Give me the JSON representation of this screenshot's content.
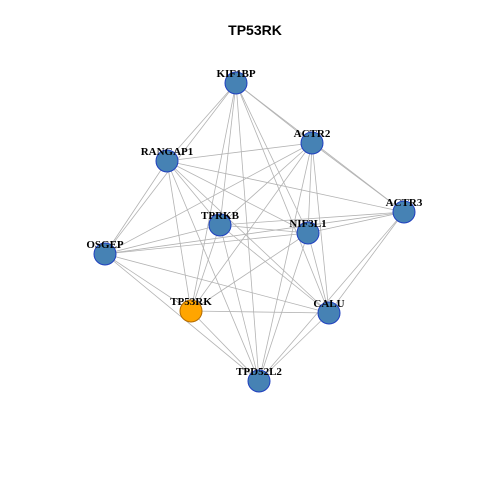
{
  "title": "TP53RK",
  "colors": {
    "node_fill": "#4682B4",
    "node_stroke": "#1f3fbf",
    "highlight_fill": "#FFA500",
    "highlight_stroke": "#b36b00",
    "edge": "#b3b3b3"
  },
  "nodes": [
    {
      "id": "KIF1BP",
      "label": "KIF1BP",
      "highlight": false
    },
    {
      "id": "ACTR2",
      "label": "ACTR2",
      "highlight": false
    },
    {
      "id": "RANGAP1",
      "label": "RANGAP1",
      "highlight": false
    },
    {
      "id": "ACTR3",
      "label": "ACTR3",
      "highlight": false
    },
    {
      "id": "TPRKB",
      "label": "TPRKB",
      "highlight": false
    },
    {
      "id": "NIF3L1",
      "label": "NIF3L1",
      "highlight": false
    },
    {
      "id": "OSGEP",
      "label": "OSGEP",
      "highlight": false
    },
    {
      "id": "TP53RK",
      "label": "TP53RK",
      "highlight": true
    },
    {
      "id": "CALU",
      "label": "CALU",
      "highlight": false
    },
    {
      "id": "TPD52L2",
      "label": "TPD52L2",
      "highlight": false
    }
  ],
  "edges": [
    [
      "KIF1BP",
      "ACTR2"
    ],
    [
      "KIF1BP",
      "RANGAP1"
    ],
    [
      "KIF1BP",
      "ACTR3"
    ],
    [
      "KIF1BP",
      "TPRKB"
    ],
    [
      "KIF1BP",
      "NIF3L1"
    ],
    [
      "KIF1BP",
      "OSGEP"
    ],
    [
      "KIF1BP",
      "TP53RK"
    ],
    [
      "KIF1BP",
      "CALU"
    ],
    [
      "KIF1BP",
      "TPD52L2"
    ],
    [
      "ACTR2",
      "RANGAP1"
    ],
    [
      "ACTR2",
      "ACTR3"
    ],
    [
      "ACTR2",
      "TPRKB"
    ],
    [
      "ACTR2",
      "NIF3L1"
    ],
    [
      "ACTR2",
      "OSGEP"
    ],
    [
      "ACTR2",
      "TP53RK"
    ],
    [
      "ACTR2",
      "CALU"
    ],
    [
      "ACTR2",
      "TPD52L2"
    ],
    [
      "RANGAP1",
      "ACTR3"
    ],
    [
      "RANGAP1",
      "TPRKB"
    ],
    [
      "RANGAP1",
      "NIF3L1"
    ],
    [
      "RANGAP1",
      "OSGEP"
    ],
    [
      "RANGAP1",
      "TP53RK"
    ],
    [
      "RANGAP1",
      "CALU"
    ],
    [
      "RANGAP1",
      "TPD52L2"
    ],
    [
      "ACTR3",
      "TPRKB"
    ],
    [
      "ACTR3",
      "NIF3L1"
    ],
    [
      "ACTR3",
      "OSGEP"
    ],
    [
      "ACTR3",
      "CALU"
    ],
    [
      "ACTR3",
      "TPD52L2"
    ],
    [
      "TPRKB",
      "NIF3L1"
    ],
    [
      "TPRKB",
      "OSGEP"
    ],
    [
      "TPRKB",
      "TP53RK"
    ],
    [
      "TPRKB",
      "CALU"
    ],
    [
      "TPRKB",
      "TPD52L2"
    ],
    [
      "NIF3L1",
      "OSGEP"
    ],
    [
      "NIF3L1",
      "TP53RK"
    ],
    [
      "NIF3L1",
      "CALU"
    ],
    [
      "NIF3L1",
      "TPD52L2"
    ],
    [
      "OSGEP",
      "TP53RK"
    ],
    [
      "OSGEP",
      "CALU"
    ],
    [
      "OSGEP",
      "TPD52L2"
    ],
    [
      "TP53RK",
      "CALU"
    ],
    [
      "TP53RK",
      "TPD52L2"
    ],
    [
      "CALU",
      "TPD52L2"
    ]
  ]
}
